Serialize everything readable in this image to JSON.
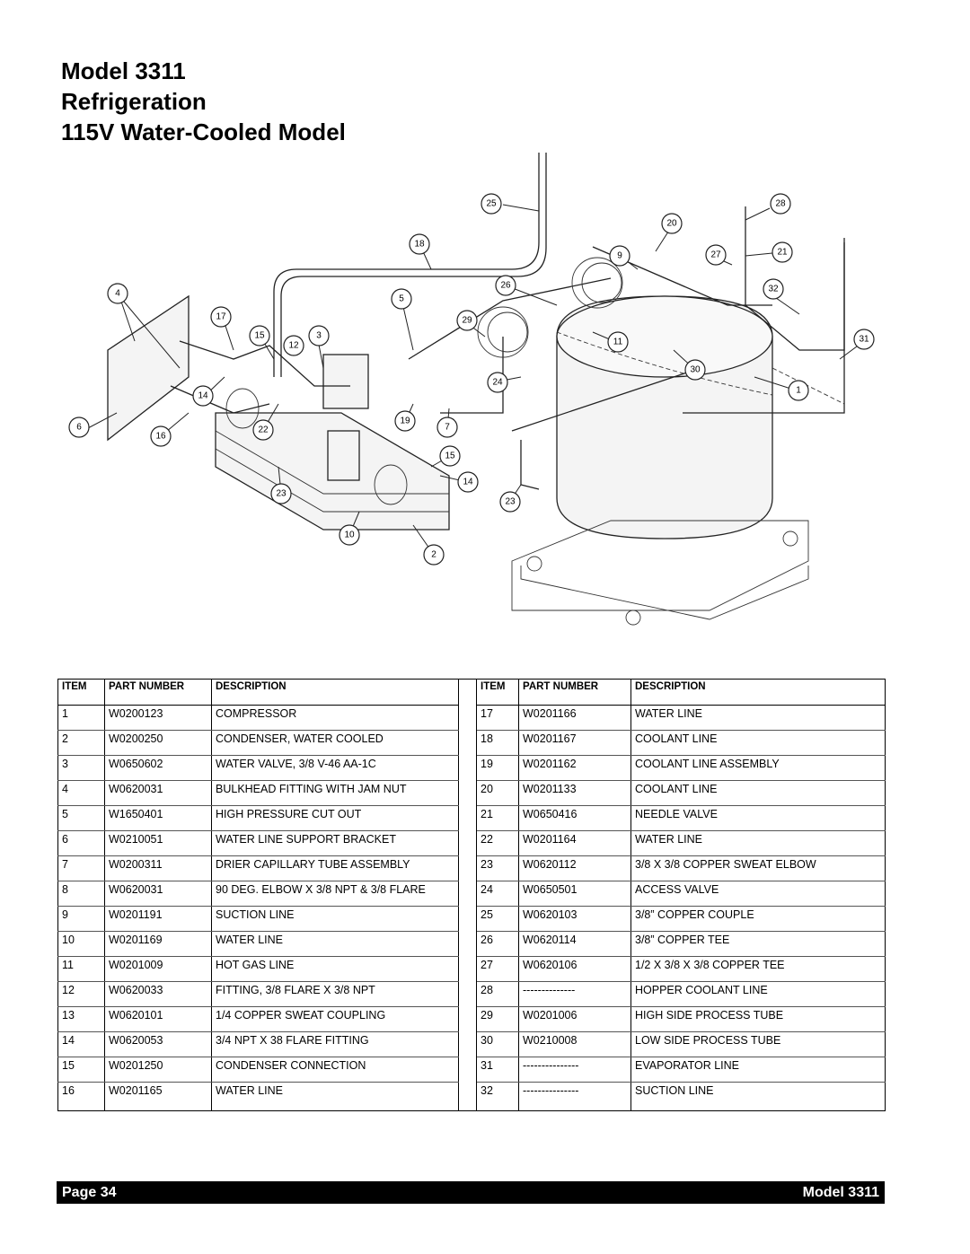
{
  "title": {
    "line1": "Model 3311",
    "line2": "Refrigeration",
    "line3": "115V Water-Cooled Model"
  },
  "diagram": {
    "callouts": [
      "25",
      "28",
      "20",
      "18",
      "9",
      "27",
      "21",
      "26",
      "32",
      "4",
      "5",
      "29",
      "17",
      "15",
      "3",
      "12",
      "11",
      "31",
      "30",
      "1",
      "24",
      "14",
      "22",
      "19",
      "7",
      "6",
      "16",
      "15",
      "14",
      "23",
      "10",
      "2",
      "23"
    ]
  },
  "table": {
    "headers": {
      "item": "ITEM",
      "part_number": "PART NUMBER",
      "description": "DESCRIPTION"
    },
    "left": [
      {
        "item": "1",
        "pn": "W0200123",
        "desc": "COMPRESSOR"
      },
      {
        "item": "2",
        "pn": "W0200250",
        "desc": "CONDENSER, WATER COOLED"
      },
      {
        "item": "3",
        "pn": "W0650602",
        "desc": "WATER VALVE, 3/8 V-46 AA-1C"
      },
      {
        "item": "4",
        "pn": "W0620031",
        "desc": "BULKHEAD FITTING WITH JAM NUT"
      },
      {
        "item": "5",
        "pn": "W1650401",
        "desc": "HIGH PRESSURE CUT OUT"
      },
      {
        "item": "6",
        "pn": "W0210051",
        "desc": "WATER LINE SUPPORT BRACKET"
      },
      {
        "item": "7",
        "pn": "W0200311",
        "desc": "DRIER CAPILLARY TUBE ASSEMBLY"
      },
      {
        "item": "8",
        "pn": "W0620031",
        "desc": "90 DEG. ELBOW X 3/8 NPT & 3/8 FLARE"
      },
      {
        "item": "9",
        "pn": "W0201191",
        "desc": "SUCTION LINE"
      },
      {
        "item": "10",
        "pn": "W0201169",
        "desc": "WATER LINE"
      },
      {
        "item": "11",
        "pn": "W0201009",
        "desc": "HOT GAS LINE"
      },
      {
        "item": "12",
        "pn": "W0620033",
        "desc": "FITTING, 3/8 FLARE X 3/8 NPT"
      },
      {
        "item": "13",
        "pn": "W0620101",
        "desc": "1/4 COPPER SWEAT COUPLING"
      },
      {
        "item": "14",
        "pn": "W0620053",
        "desc": "3/4 NPT X 38 FLARE FITTING"
      },
      {
        "item": "15",
        "pn": "W0201250",
        "desc": "CONDENSER CONNECTION"
      },
      {
        "item": "16",
        "pn": "W0201165",
        "desc": "WATER LINE"
      }
    ],
    "right": [
      {
        "item": "17",
        "pn": "W0201166",
        "desc": "WATER LINE"
      },
      {
        "item": "18",
        "pn": "W0201167",
        "desc": "COOLANT LINE"
      },
      {
        "item": "19",
        "pn": "W0201162",
        "desc": "COOLANT LINE ASSEMBLY"
      },
      {
        "item": "20",
        "pn": "W0201133",
        "desc": "COOLANT LINE"
      },
      {
        "item": "21",
        "pn": "W0650416",
        "desc": "NEEDLE VALVE"
      },
      {
        "item": "22",
        "pn": "W0201164",
        "desc": "WATER LINE"
      },
      {
        "item": "23",
        "pn": "W0620112",
        "desc": "3/8 X 3/8 COPPER SWEAT ELBOW"
      },
      {
        "item": "24",
        "pn": "W0650501",
        "desc": "ACCESS VALVE"
      },
      {
        "item": "25",
        "pn": "W0620103",
        "desc": "3/8” COPPER COUPLE"
      },
      {
        "item": "26",
        "pn": "W0620114",
        "desc": "3/8” COPPER TEE"
      },
      {
        "item": "27",
        "pn": "W0620106",
        "desc": "1/2 X 3/8 X 3/8 COPPER TEE"
      },
      {
        "item": "28",
        "pn": "--------------",
        "desc": "HOPPER COOLANT LINE"
      },
      {
        "item": "29",
        "pn": "W0201006",
        "desc": "HIGH SIDE PROCESS TUBE"
      },
      {
        "item": "30",
        "pn": "W0210008",
        "desc": "LOW SIDE PROCESS TUBE"
      },
      {
        "item": "31",
        "pn": "---------------",
        "desc": "EVAPORATOR LINE"
      },
      {
        "item": "32",
        "pn": "---------------",
        "desc": "SUCTION LINE"
      }
    ]
  },
  "footer": {
    "page": "Page 34",
    "model": "Model 3311"
  }
}
